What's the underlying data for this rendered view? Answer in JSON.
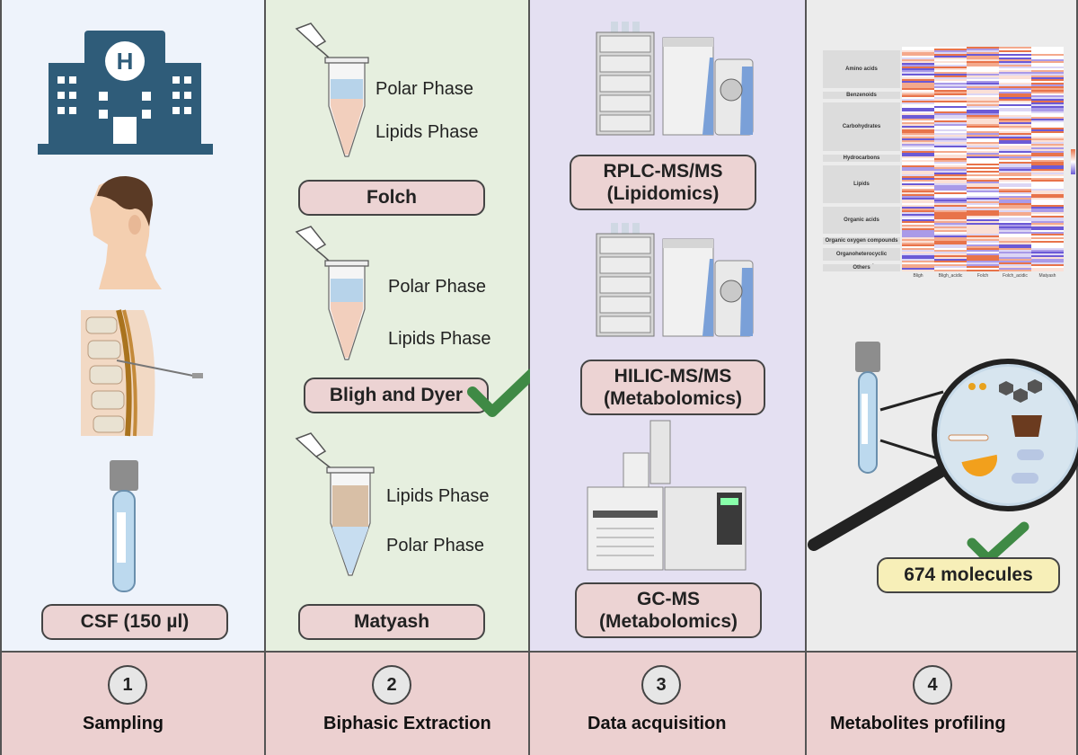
{
  "panel1": {
    "sample_label": "CSF (150 µl)"
  },
  "panel2": {
    "tubes": [
      {
        "phase_top": "Polar Phase",
        "phase_bottom": "Lipids Phase",
        "method": "Folch"
      },
      {
        "phase_top": "Polar Phase",
        "phase_bottom": "Lipids Phase",
        "method": "Bligh and Dyer"
      },
      {
        "phase_top": "Lipids Phase",
        "phase_bottom": "Polar Phase",
        "method": "Matyash"
      }
    ]
  },
  "panel3": {
    "methods": [
      {
        "line1": "RPLC-MS/MS",
        "line2": "(Lipidomics)"
      },
      {
        "line1": "HILIC-MS/MS",
        "line2": "(Metabolomics)"
      },
      {
        "line1": "GC-MS",
        "line2": "(Metabolomics)"
      }
    ]
  },
  "panel4": {
    "result_label": "674 molecules",
    "heatmap": {
      "row_groups": [
        "Amino acids",
        "Benzenoids",
        "Carbohydrates",
        "Hydrocarbons",
        "Lipids",
        "Organic acids",
        "Organic oxygen compounds",
        "Organoheterocyclic compounds",
        "Others"
      ],
      "columns": [
        "Bligh",
        "Bligh_acidic",
        "Folch",
        "Folch_acidic",
        "Matyash"
      ]
    }
  },
  "steps": [
    {
      "num": "1",
      "label": "Sampling"
    },
    {
      "num": "2",
      "label": "Biphasic Extraction"
    },
    {
      "num": "3",
      "label": "Data acquisition"
    },
    {
      "num": "4",
      "label": "Metabolites profiling"
    }
  ]
}
